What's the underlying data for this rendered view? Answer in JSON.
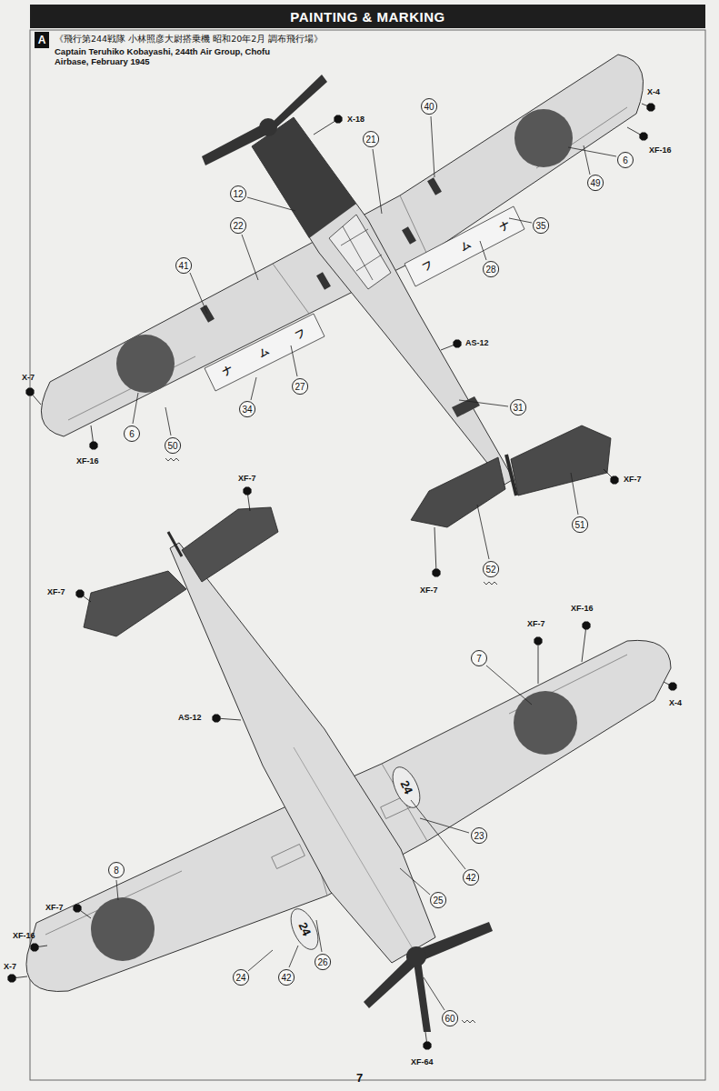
{
  "diagram": {
    "title": "PAINTING & MARKING",
    "nodes": [
      {
        "text": [
          "A"
        ]
      },
      {
        "text": [
          "40"
        ]
      },
      {
        "text": [
          "21"
        ]
      },
      {
        "text": [
          "6"
        ]
      },
      {
        "text": [
          "49"
        ]
      },
      {
        "text": [
          "12"
        ]
      },
      {
        "text": [
          "22"
        ]
      },
      {
        "text": [
          "35"
        ]
      },
      {
        "text": [
          "41"
        ]
      },
      {
        "text": [
          "28"
        ]
      },
      {
        "text": [
          "27"
        ]
      },
      {
        "text": [
          "31"
        ]
      },
      {
        "text": [
          "34"
        ]
      },
      {
        "text": [
          "6"
        ]
      },
      {
        "text": [
          "50"
        ]
      },
      {
        "text": [
          "51"
        ]
      },
      {
        "text": [
          "52"
        ]
      },
      {
        "text": [
          "7"
        ]
      },
      {
        "text": [
          "23"
        ]
      },
      {
        "text": [
          "8"
        ]
      },
      {
        "text": [
          "42"
        ]
      },
      {
        "text": [
          "25"
        ]
      },
      {
        "text": [
          "26"
        ]
      },
      {
        "text": [
          "24"
        ]
      },
      {
        "text": [
          "42"
        ]
      },
      {
        "text": [
          "60"
        ]
      }
    ],
    "labels": [
      "《飛行第244戦隊 小林照彦大尉搭乗機 昭和20年2月 調布飛行場》",
      "Captain Teruhiko Kobayashi, 244th Air Group, Chofu Airbase, February 1945",
      "X-18",
      "X-4",
      "XF-16",
      "X-7",
      "XF-16",
      "AS-12",
      "XF-7",
      "XF-7",
      "XF-7",
      "XF-7",
      "AS-12",
      "XF-16",
      "XF-7",
      "X-4",
      "XF-7",
      "XF-16",
      "X-7",
      "XF-64",
      "ナ",
      "ム",
      "フ",
      "フ",
      "ム",
      "ナ",
      "24",
      "24",
      "7"
    ]
  }
}
